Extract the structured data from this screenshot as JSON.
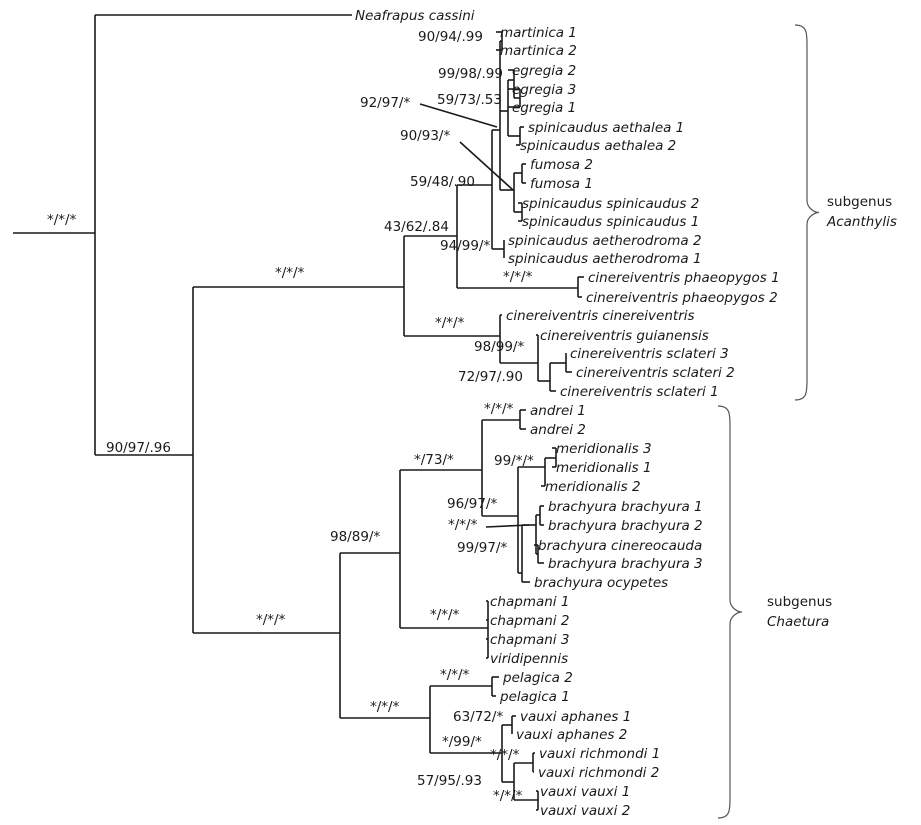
{
  "tree": {
    "leaves": [
      {
        "id": "neafrapus",
        "label": "Neafrapus cassini"
      },
      {
        "id": "martinica1",
        "label": "martinica 1"
      },
      {
        "id": "martinica2",
        "label": "martinica 2"
      },
      {
        "id": "egregia2",
        "label": "egregia 2"
      },
      {
        "id": "egregia3",
        "label": "egregia 3"
      },
      {
        "id": "egregia1",
        "label": "egregia 1"
      },
      {
        "id": "aethalea1",
        "label": "spinicaudus aethalea 1"
      },
      {
        "id": "aethalea2",
        "label": "spinicaudus aethalea 2"
      },
      {
        "id": "fumosa2",
        "label": "fumosa 2"
      },
      {
        "id": "fumosa1",
        "label": "fumosa 1"
      },
      {
        "id": "spini2",
        "label": "spinicaudus spinicaudus 2"
      },
      {
        "id": "spini1",
        "label": "spinicaudus spinicaudus 1"
      },
      {
        "id": "aethero2",
        "label": "spinicaudus aetherodroma 2"
      },
      {
        "id": "aethero1",
        "label": "spinicaudus aetherodroma 1"
      },
      {
        "id": "phaeo1",
        "label": "cinereiventris phaeopygos 1"
      },
      {
        "id": "phaeo2",
        "label": "cinereiventris phaeopygos 2"
      },
      {
        "id": "cinecine",
        "label": "cinereiventris cinereiventris"
      },
      {
        "id": "guian",
        "label": "cinereiventris guianensis"
      },
      {
        "id": "sclat3",
        "label": "cinereiventris sclateri 3"
      },
      {
        "id": "sclat2",
        "label": "cinereiventris sclateri 2"
      },
      {
        "id": "sclat1",
        "label": "cinereiventris sclateri 1"
      },
      {
        "id": "andrei1",
        "label": "andrei 1"
      },
      {
        "id": "andrei2",
        "label": "andrei 2"
      },
      {
        "id": "merid3",
        "label": "meridionalis 3"
      },
      {
        "id": "merid1",
        "label": "meridionalis 1"
      },
      {
        "id": "merid2",
        "label": "meridionalis 2"
      },
      {
        "id": "bb1",
        "label": "brachyura brachyura 1"
      },
      {
        "id": "bb2",
        "label": "brachyura brachyura 2"
      },
      {
        "id": "bcin",
        "label": "brachyura cinereocauda"
      },
      {
        "id": "bb3",
        "label": "brachyura brachyura 3"
      },
      {
        "id": "bocy",
        "label": "brachyura ocypetes"
      },
      {
        "id": "chap1",
        "label": "chapmani 1"
      },
      {
        "id": "chap2",
        "label": "chapmani 2"
      },
      {
        "id": "chap3",
        "label": "chapmani 3"
      },
      {
        "id": "viridi",
        "label": "viridipennis"
      },
      {
        "id": "pel2",
        "label": "pelagica 2"
      },
      {
        "id": "pel1",
        "label": "pelagica 1"
      },
      {
        "id": "vaph1",
        "label": "vauxi aphanes 1"
      },
      {
        "id": "vaph2",
        "label": "vauxi aphanes 2"
      },
      {
        "id": "vrich1",
        "label": "vauxi richmondi 1"
      },
      {
        "id": "vrich2",
        "label": "vauxi richmondi 2"
      },
      {
        "id": "vv1",
        "label": "vauxi vauxi 1"
      },
      {
        "id": "vv2",
        "label": "vauxi vauxi 2"
      }
    ],
    "support": [
      {
        "id": "s_root",
        "label": "*/*/*"
      },
      {
        "id": "s_chaetura_all",
        "label": "90/97/.96"
      },
      {
        "id": "s_acanthylis",
        "label": "*/*/*"
      },
      {
        "id": "s_43",
        "label": "43/62/.84"
      },
      {
        "id": "s_59_48",
        "label": "59/48/.90"
      },
      {
        "id": "s_90_94",
        "label": "90/94/.99"
      },
      {
        "id": "s_99_98",
        "label": "99/98/.99"
      },
      {
        "id": "s_92_97",
        "label": "92/97/*"
      },
      {
        "id": "s_59_73",
        "label": "59/73/.53"
      },
      {
        "id": "s_90_93",
        "label": "90/93/*"
      },
      {
        "id": "s_94_99",
        "label": "94/99/*"
      },
      {
        "id": "s_phaeo",
        "label": "*/*/*"
      },
      {
        "id": "s_cine",
        "label": "*/*/*"
      },
      {
        "id": "s_98_99",
        "label": "98/99/*"
      },
      {
        "id": "s_72_97",
        "label": "72/97/.90"
      },
      {
        "id": "s_andrei",
        "label": "*/*/*"
      },
      {
        "id": "s_73",
        "label": "*/73/*"
      },
      {
        "id": "s_99_star",
        "label": "99/*/*"
      },
      {
        "id": "s_96_97",
        "label": "96/97/*"
      },
      {
        "id": "s_bb",
        "label": "*/*/*"
      },
      {
        "id": "s_99_97",
        "label": "99/97/*"
      },
      {
        "id": "s_98_89",
        "label": "98/89/*"
      },
      {
        "id": "s_chaetura",
        "label": "*/*/*"
      },
      {
        "id": "s_chapmani",
        "label": "*/*/*"
      },
      {
        "id": "s_pelvaux",
        "label": "*/*/*"
      },
      {
        "id": "s_pelagica",
        "label": "*/*/*"
      },
      {
        "id": "s_63_72",
        "label": "63/72/*"
      },
      {
        "id": "s_99_v",
        "label": "*/99/*"
      },
      {
        "id": "s_vrich",
        "label": "*/*/*"
      },
      {
        "id": "s_57_95",
        "label": "57/95/.93"
      },
      {
        "id": "s_vv",
        "label": "*/*/*"
      }
    ]
  },
  "groups": [
    {
      "id": "acanthylis",
      "line1": "subgenus",
      "line2": "Acanthylis"
    },
    {
      "id": "chaetura",
      "line1": "subgenus",
      "line2": "Chaetura"
    }
  ]
}
